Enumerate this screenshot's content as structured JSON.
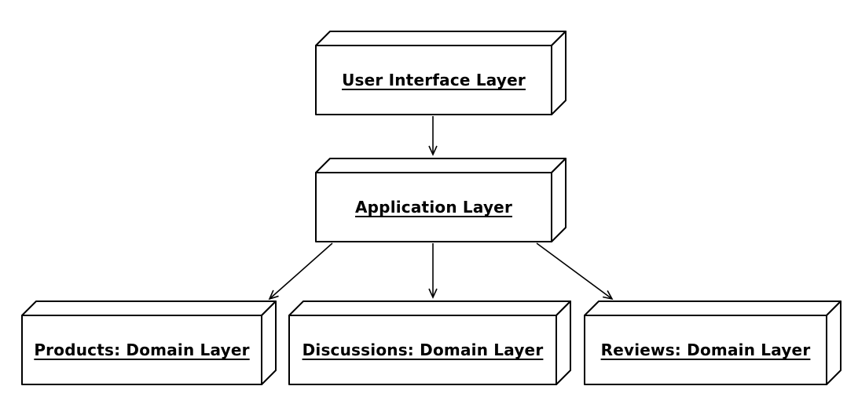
{
  "diagram": {
    "type": "layered-architecture-node-diagram",
    "nodes": [
      {
        "id": "user-interface-layer",
        "label": "User Interface Layer"
      },
      {
        "id": "application-layer",
        "label": "Application Layer"
      },
      {
        "id": "products-domain-layer",
        "label": "Products: Domain Layer"
      },
      {
        "id": "discussions-domain-layer",
        "label": "Discussions: Domain Layer"
      },
      {
        "id": "reviews-domain-layer",
        "label": "Reviews: Domain Layer"
      }
    ],
    "edges": [
      {
        "from": "user-interface-layer",
        "to": "application-layer"
      },
      {
        "from": "application-layer",
        "to": "products-domain-layer"
      },
      {
        "from": "application-layer",
        "to": "discussions-domain-layer"
      },
      {
        "from": "application-layer",
        "to": "reviews-domain-layer"
      }
    ],
    "colors": {
      "stroke": "#000000",
      "node_fill": "#ffffff",
      "background": "#ffffff"
    }
  }
}
